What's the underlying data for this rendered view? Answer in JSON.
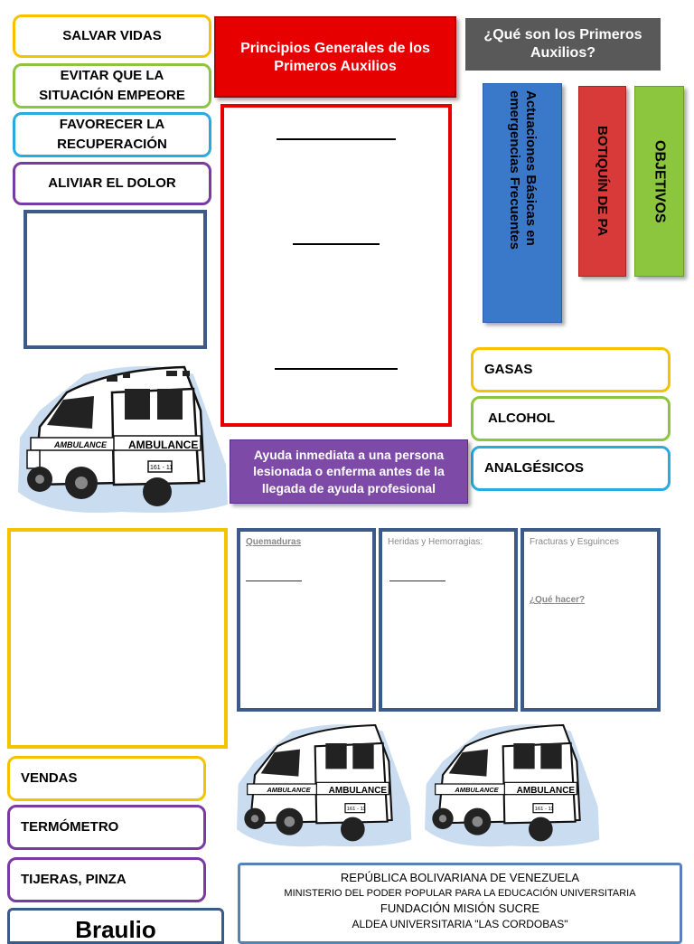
{
  "objectives": [
    "SALVAR VIDAS",
    "EVITAR QUE LA SITUACIÓN EMPEORE",
    "FAVORECER LA RECUPERACIÓN",
    "ALIVIAR EL DOLOR"
  ],
  "principles_title": "Principios Generales de los Primeros Auxilios",
  "question_title": "¿Qué son los Primeros Auxilios?",
  "tabs": {
    "actuaciones": "Actuaciones Básicas en emergencias Frecuentes",
    "botiquin": "BOTIQUÍN DE PA",
    "objetivos": "OBJETIVOS"
  },
  "kit_items_right": [
    "GASAS",
    "ALCOHOL",
    "ANALGÉSICOS"
  ],
  "definition": "Ayuda inmediata a una persona lesionada o enferma antes de la llegada de ayuda profesional",
  "emergencies": {
    "burns": "Quemaduras",
    "wounds": "Heridas y Hemorragias:",
    "fractures": "Fracturas y Esguinces",
    "what_to_do": "¿Qué hacer?"
  },
  "kit_items_left": [
    "VENDAS",
    "TERMÓMETRO",
    "TIJERAS, PINZA"
  ],
  "ambulance_text": "AMBULANCE",
  "plate_text": "161 - 11",
  "author": "Braulio",
  "footer": {
    "line1": "REPÚBLICA BOLIVARIANA DE VENEZUELA",
    "line2": "MINISTERIO DEL PODER POPULAR PARA LA EDUCACIÓN UNIVERSITARIA",
    "line3": "FUNDACIÓN MISIÓN SUCRE",
    "line4": "ALDEA UNIVERSITARIA \"LAS CORDOBAS\""
  },
  "colors": {
    "yellow": "#f5c200",
    "green": "#8cc63f",
    "cyan": "#29abe2",
    "purple": "#7a3aa3",
    "navy": "#3b5a8a",
    "red": "#e60000",
    "gray": "#595959",
    "tab_blue": "#3a78c9",
    "tab_red": "#d83a3a",
    "tab_green": "#8cc63f",
    "definition_purple": "#7e4aa8"
  }
}
